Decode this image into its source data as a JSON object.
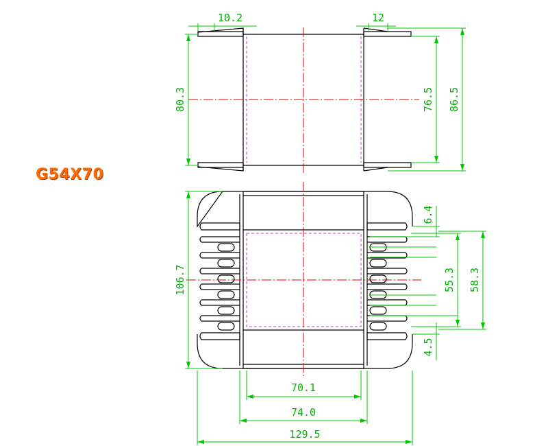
{
  "model": "G54X70",
  "dimensions": {
    "top_flange_left": "10.2",
    "top_flange_right": "12",
    "height_80_3": "80.3",
    "height_76_5": "76.5",
    "height_86_5": "86.5",
    "bottom_6_4": "6.4",
    "bottom_106_7": "106.7",
    "bottom_55_3": "55.3",
    "bottom_58_3": "58.3",
    "bottom_4_5": "4.5",
    "width_70_1": "70.1",
    "width_74_0": "74.0",
    "width_129_5": "129.5"
  },
  "colors": {
    "title": "#ff6a00",
    "dimension": "#00c800",
    "centerline": "#e00000",
    "hidden": "#c040c0",
    "outline": "#000000"
  }
}
